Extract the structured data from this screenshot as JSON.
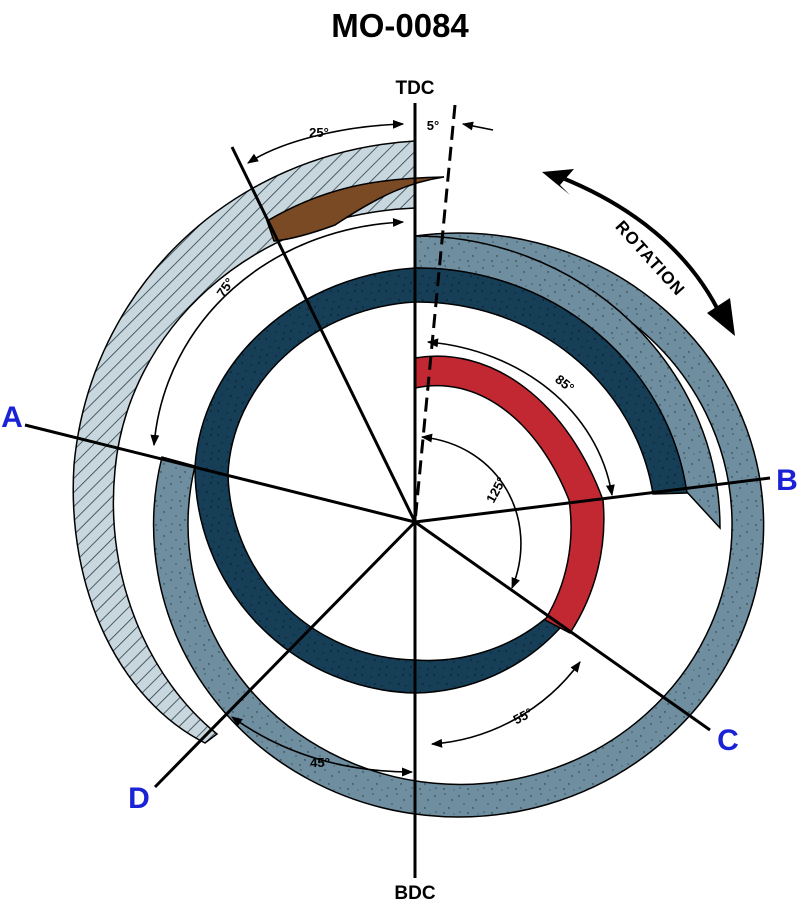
{
  "title": "MO-0084",
  "labels": {
    "tdc": "TDC",
    "bdc": "BDC",
    "rotation": "ROTATION",
    "point_a": "A",
    "point_b": "B",
    "point_c": "C",
    "point_d": "D"
  },
  "angles": {
    "a25": "25°",
    "a5": "5°",
    "a75": "75°",
    "a85": "85°",
    "a125": "125°",
    "a55": "55°",
    "a45": "45°"
  },
  "colors": {
    "outer_band": "#6f8fa0",
    "inner_band": "#163f57",
    "red_arc": "#c22831",
    "brown_wedge": "#7a4a24",
    "hatch_band": "#c8d7de",
    "point_label": "#1a22d6"
  }
}
